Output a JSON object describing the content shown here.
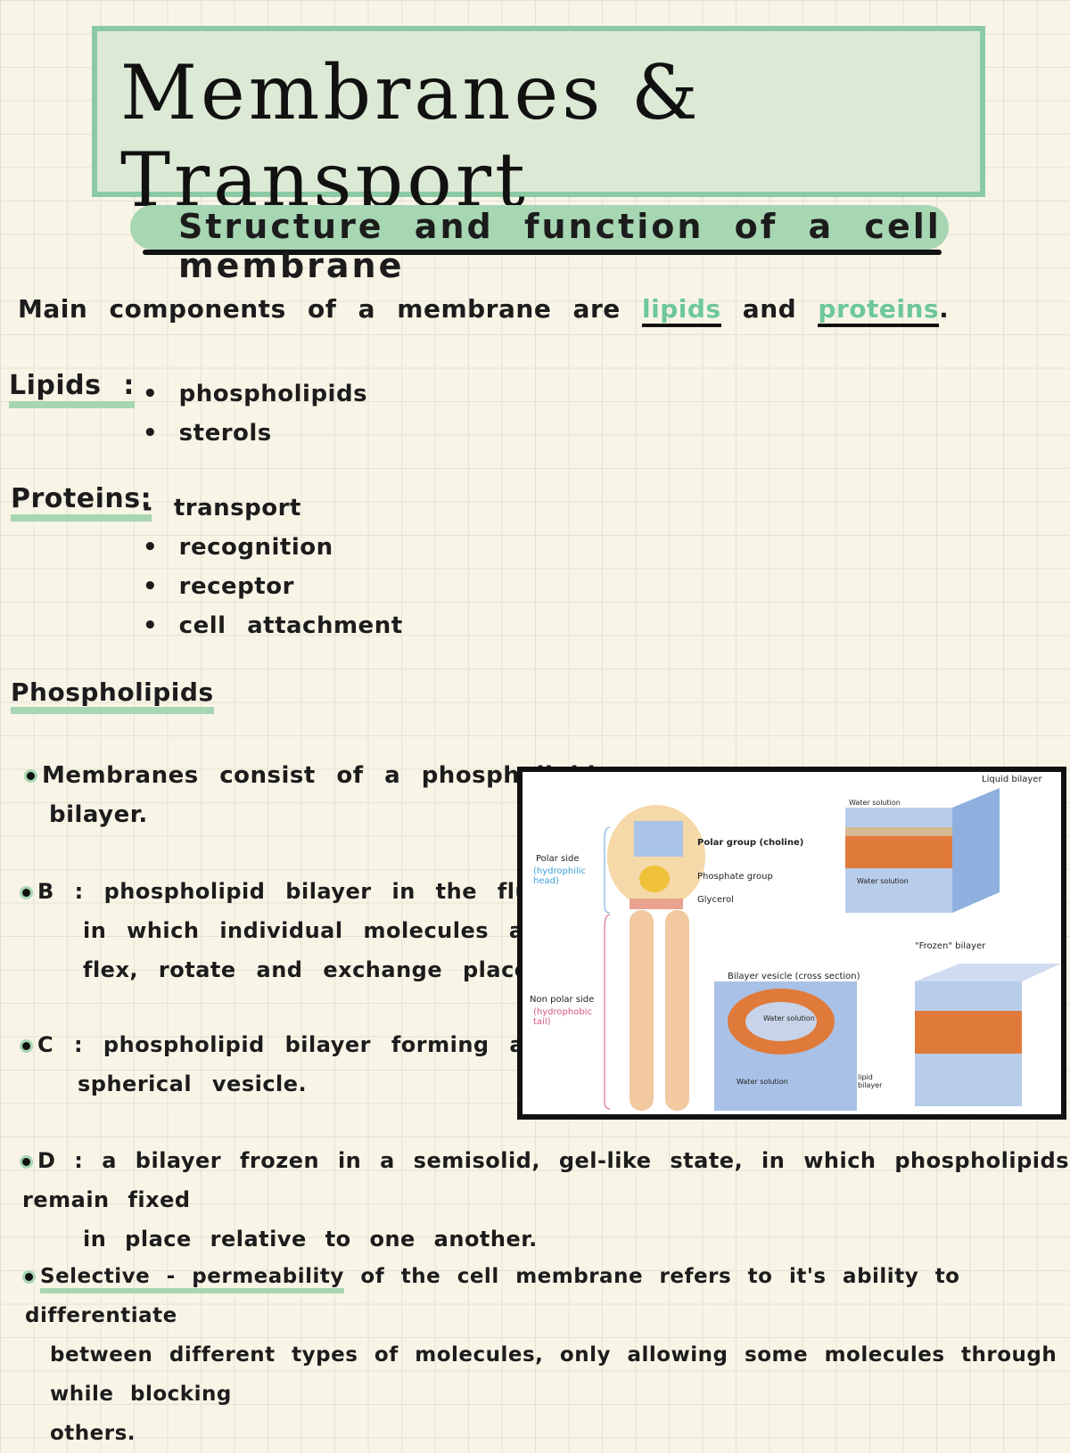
{
  "title": "Membranes & Transport",
  "subtitle": "Structure and function of a cell membrane",
  "intro": {
    "text": "Main components of a membrane are",
    "term1": "lipids",
    "and": "and",
    "term2": "proteins",
    "end": "."
  },
  "lipids": {
    "heading": "Lipids :",
    "items": [
      "phospholipids",
      "sterols"
    ]
  },
  "proteins": {
    "heading": "Proteins:",
    "items": [
      "transport",
      "recognition",
      "receptor",
      "cell attachment"
    ]
  },
  "phospholipids": {
    "heading": "Phospholipids",
    "bullets": [
      {
        "lines": [
          "Membranes consist of a phospholipid",
          "bilayer."
        ]
      },
      {
        "lines": [
          "B : phospholipid bilayer in the fluid state,",
          "in which individual molecules are free to",
          "flex, rotate and exchange places."
        ]
      },
      {
        "lines": [
          "C : phospholipid bilayer forming a",
          "spherical vesicle."
        ]
      },
      {
        "lines": [
          "D : a bilayer frozen in a semisolid, gel-like state, in which phospholipids remain fixed",
          "in place relative to one another."
        ]
      }
    ]
  },
  "selective": {
    "term": "Selective - permeability",
    "lines": [
      " of the cell membrane refers to it's ability to differentiate",
      "between different types of molecules, only allowing some molecules through while blocking",
      "others."
    ]
  },
  "figure": {
    "polar_side": "Polar side",
    "hydrophilic": "(hydrophilic head)",
    "polar_group": "Polar group (choline)",
    "phosphate": "Phosphate group",
    "glycerol": "Glycerol",
    "nonpolar_side": "Non polar side",
    "hydrophobic": "(hydrophobic tail)",
    "liquid_bilayer": "Liquid bilayer",
    "water_solution_top": "Water solution",
    "water_solution_bottom": "Water solution",
    "frozen_bilayer": "\"Frozen\" bilayer",
    "vesicle": "Bilayer vesicle (cross section)",
    "vesicle_water_inner": "Water solution",
    "vesicle_water_outer": "Water solution",
    "lipid_bilayer": "lipid bilayer"
  },
  "colors": {
    "accent_green": "#8ccaa4",
    "highlight": "#a7d6b3",
    "title_bg": "#dce9d5",
    "paper": "#f8f5e7"
  }
}
